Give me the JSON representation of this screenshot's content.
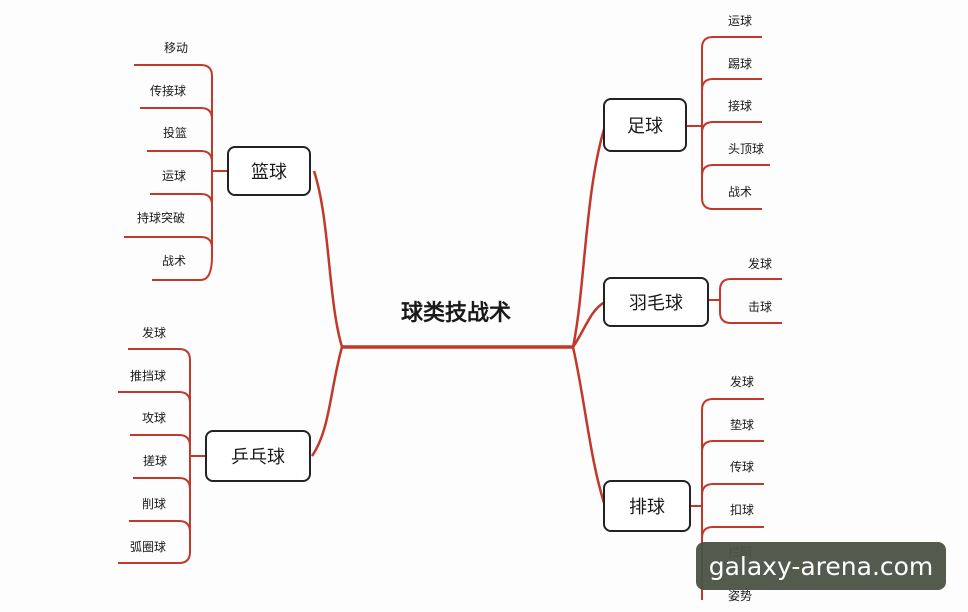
{
  "diagram": {
    "title": "球类技战术",
    "branches": {
      "basketball": {
        "label": "篮球",
        "items": [
          "移动",
          "传接球",
          "投篮",
          "运球",
          "持球突破",
          "战术"
        ]
      },
      "pingpong": {
        "label": "乒乓球",
        "items": [
          "发球",
          "推挡球",
          "攻球",
          "搓球",
          "削球",
          "弧圈球"
        ]
      },
      "football": {
        "label": "足球",
        "items": [
          "运球",
          "踢球",
          "接球",
          "头顶球",
          "战术"
        ]
      },
      "badminton": {
        "label": "羽毛球",
        "items": [
          "发球",
          "击球"
        ]
      },
      "volleyball": {
        "label": "排球",
        "items": [
          "发球",
          "垫球",
          "传球",
          "扣球",
          "拦网",
          "姿势"
        ]
      }
    },
    "colors": {
      "connector": "#c0392b",
      "box_border": "#222222",
      "watermark_bg": "#4a5346"
    }
  },
  "watermark": {
    "text": "galaxy-arena.com"
  }
}
